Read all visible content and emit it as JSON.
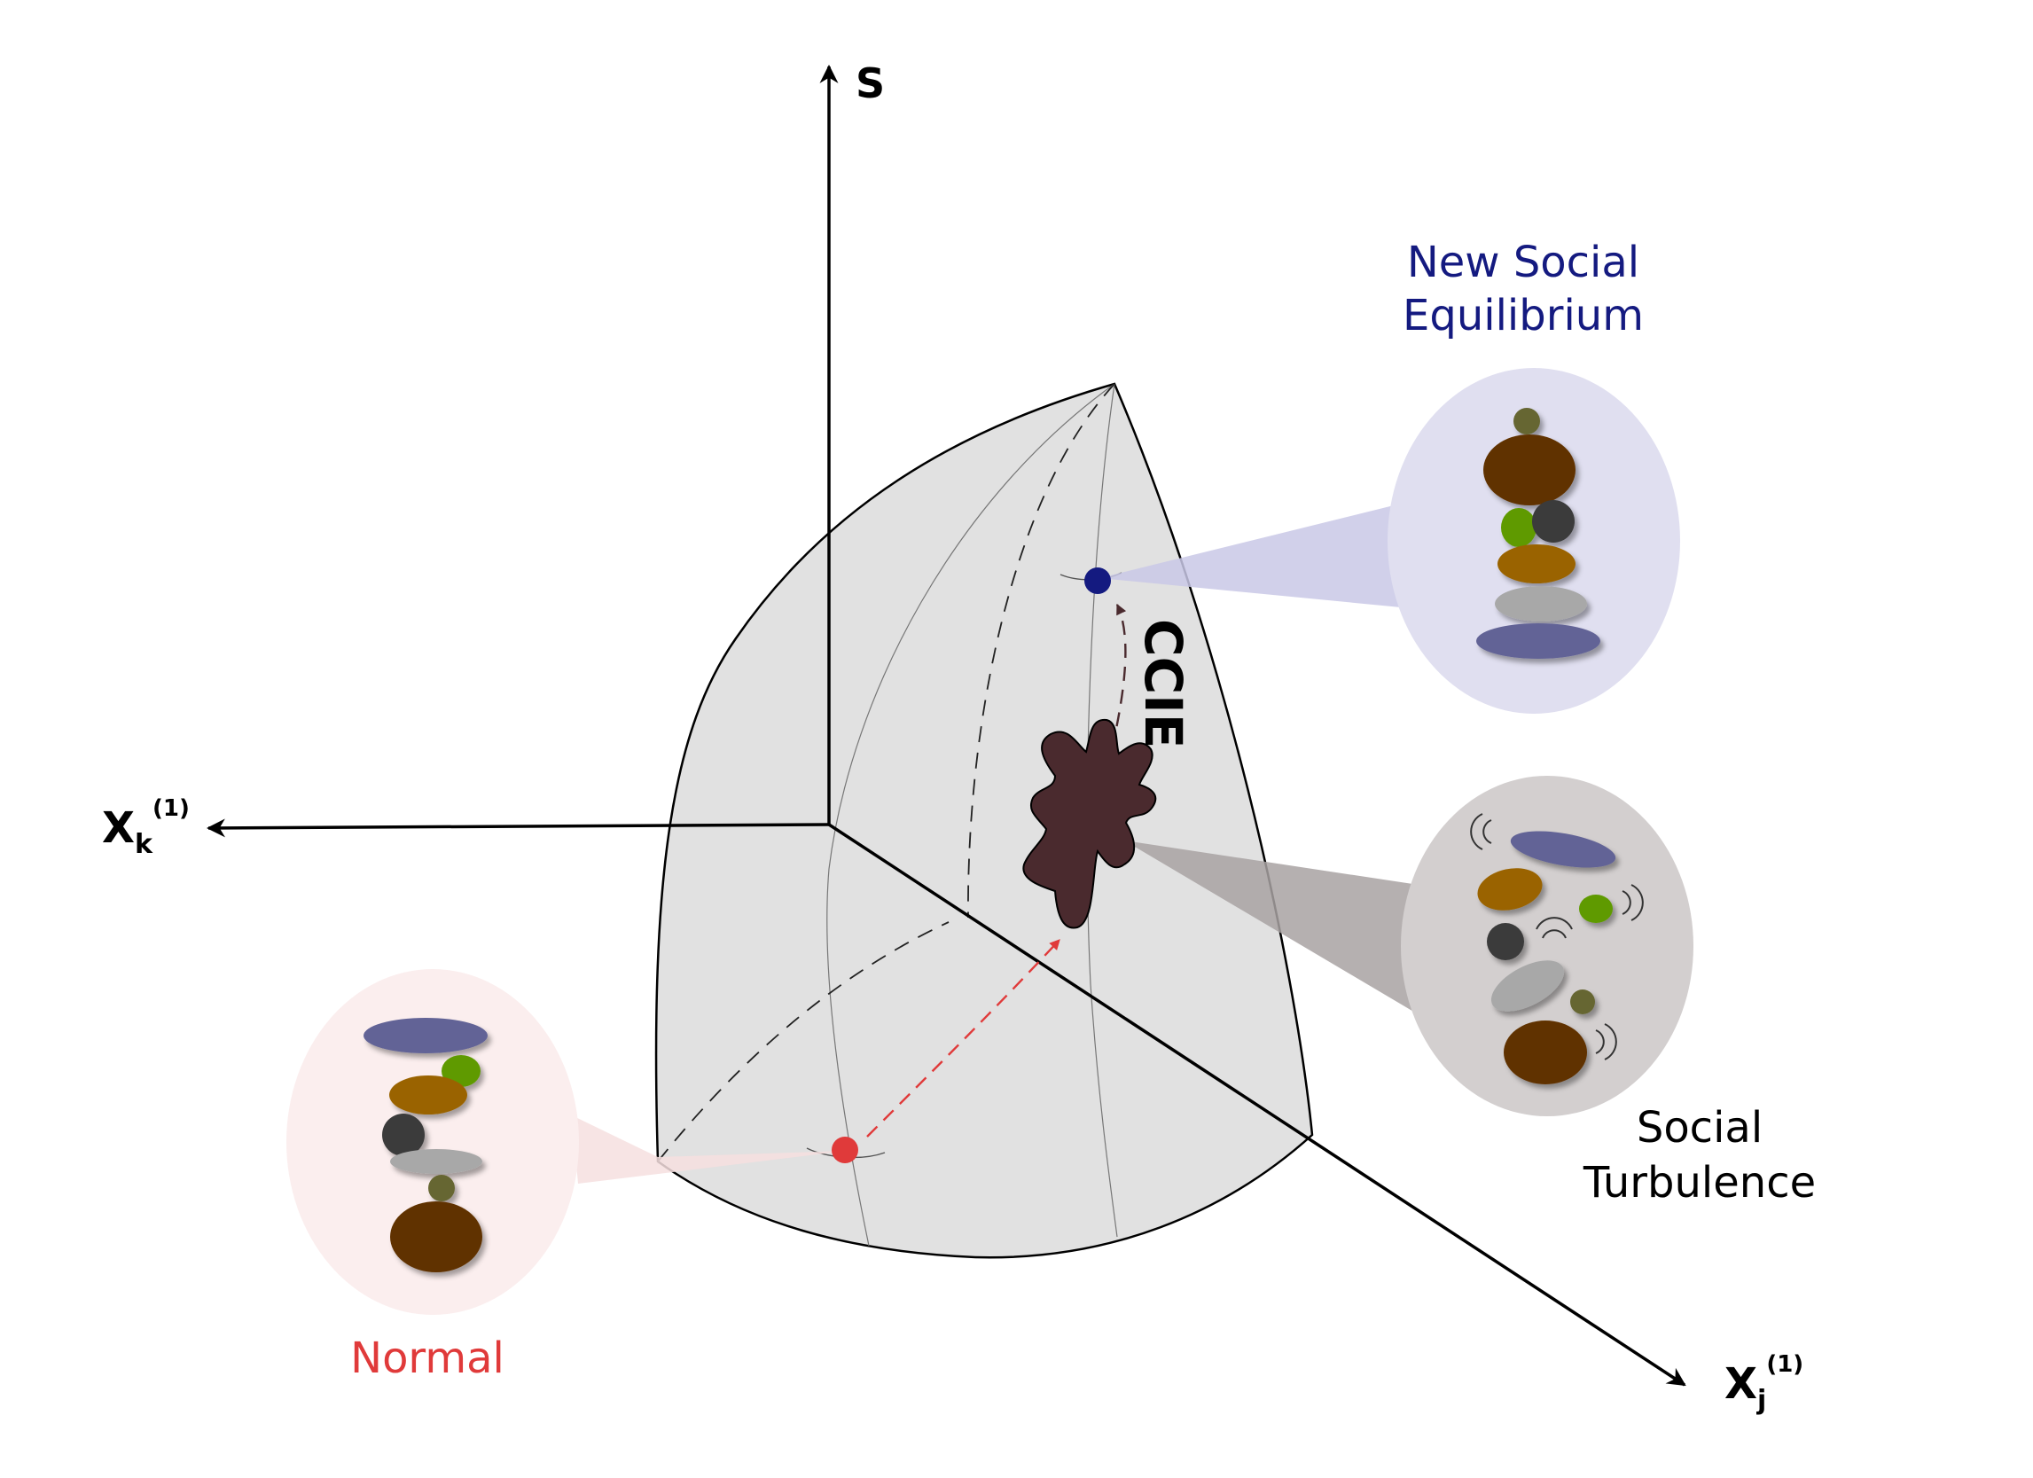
{
  "axes": {
    "vertical": {
      "label": "S"
    },
    "left": {
      "label": "X",
      "subscript": "k",
      "superscript": "(1)"
    },
    "right": {
      "label": "X",
      "subscript": "j",
      "superscript": "(1)"
    }
  },
  "labels": {
    "new_equilibrium_line1": "New Social",
    "new_equilibrium_line2": "Equilibrium",
    "turbulence_line1": "Social",
    "turbulence_line2": "Turbulence",
    "normal": "Normal",
    "transition": "CCIE"
  },
  "colors": {
    "normal": "#e03a3a",
    "new_equilibrium": "#141a80",
    "blob": "#4a2a2e",
    "surface": "#e1e1e1",
    "normal_bubble": "#fbeeee",
    "equilibrium_bubble": "#e0dff0",
    "turbulence_bubble": "#d3cfcf"
  },
  "icons": {
    "turbulence_marks": "vibration-arcs-icon"
  }
}
